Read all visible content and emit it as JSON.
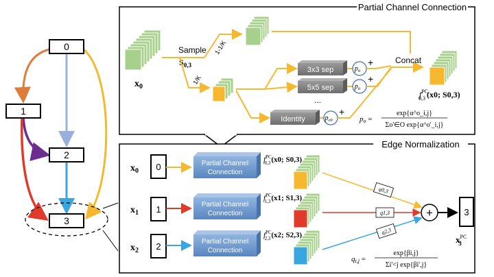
{
  "colors": {
    "orange": "#e07b39",
    "blue_light": "#9ab0dc",
    "yellow": "#f5b82e",
    "purple": "#6b2d8f",
    "red": "#e03a2a",
    "cyan": "#3aa6e0",
    "green": "#a8d08d",
    "green_dark": "#6aa84f",
    "box_blue": "#6a96cc",
    "op_gray": "#7f7f7f"
  },
  "graph": {
    "node0": "0",
    "node1": "1",
    "node2": "2",
    "node3": "3"
  },
  "pcc": {
    "title": "Partial Channel Connection",
    "x_label": "x",
    "x_sub": "0",
    "sample_label": "Sample",
    "s_label": "S",
    "s_sub": "0,3",
    "frac1": "1-1/K",
    "frac2": "1/K",
    "ops": [
      "3x3 sep",
      "5x5 sep",
      "Identity"
    ],
    "dots": "...",
    "p_labels": [
      {
        "p": "p",
        "sub": "o"
      },
      {
        "p": "p",
        "sub": "o"
      },
      {
        "p": "p",
        "sub": "o9"
      }
    ],
    "plus": "+",
    "concat": "Concat",
    "f_main": "f",
    "f_sup": "PC",
    "f_sub": "0,3",
    "f_args": "(x0; S0,3)",
    "formula_lhs": "p",
    "formula_sub": "o",
    "formula_num": "exp{α^o_i,j}",
    "formula_den": "Σo'∈O exp{α^o'_i,j}"
  },
  "en": {
    "title": "Edge Normalization",
    "inputs": [
      {
        "x": "x",
        "sub": "0",
        "node": "0",
        "box": "Partial Channel Connection",
        "f_sub": "0,3",
        "f_args": "(x0; S0,3)"
      },
      {
        "x": "x",
        "sub": "1",
        "node": "1",
        "box": "Partial Channel Connection",
        "f_sub": "1,3",
        "f_args": "(x1; S1,3)"
      },
      {
        "x": "x",
        "sub": "2",
        "node": "2",
        "box": "Partial Channel Connection",
        "f_sub": "2,3",
        "f_args": "(x2; S2,3)"
      }
    ],
    "q_labels": [
      "q0,3",
      "q1,3",
      "q2,3"
    ],
    "plus": "+",
    "out_node": "3",
    "out_x": "x",
    "out_sub": "3",
    "out_sup": "PC",
    "formula_lhs": "q",
    "formula_sub": "i,j",
    "formula_num": "exp{βi,j}",
    "formula_den": "Σi'<j exp{βi',j}"
  }
}
